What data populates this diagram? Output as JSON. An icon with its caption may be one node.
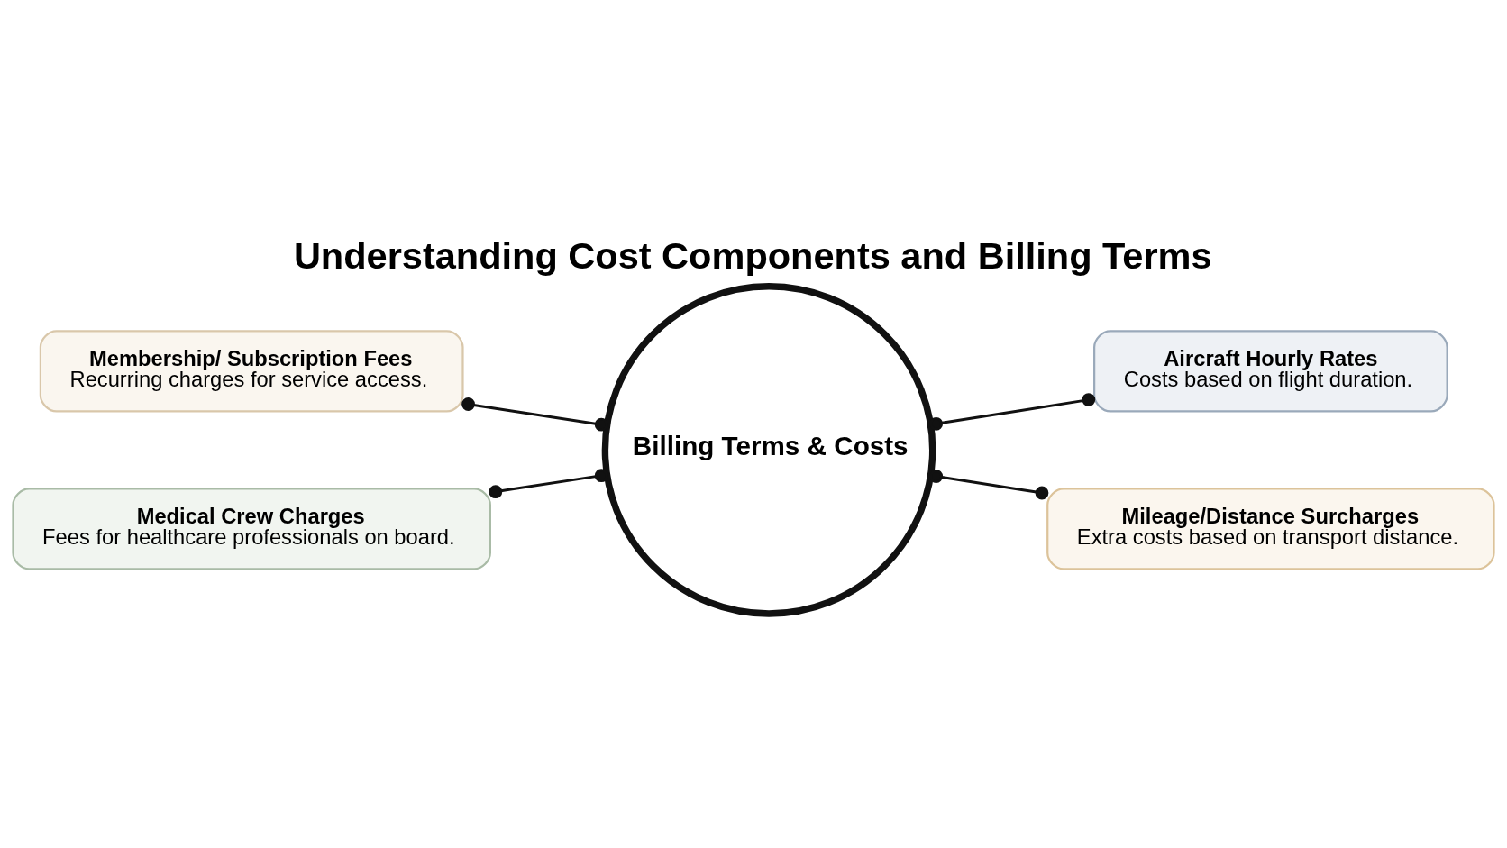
{
  "diagram": {
    "title": "Understanding Cost Components and Billing Terms",
    "nodes": [
      {
        "text": [
          "Membership/ Subscription Fees",
          "Recurring charges for service access."
        ]
      },
      {
        "text": [
          "Aircraft Hourly Rates",
          "Costs based on flight duration."
        ]
      },
      {
        "text": [
          "Billing Terms & Costs"
        ]
      },
      {
        "text": [
          "Medical Crew Charges",
          "Fees for healthcare professionals on board."
        ]
      },
      {
        "text": [
          "Mileage/Distance Surcharges",
          "Extra costs based on transport distance."
        ]
      }
    ],
    "edges": [
      {
        "from": 0,
        "to": 2,
        "arrow": "other"
      },
      {
        "from": 2,
        "to": 1,
        "arrow": "other"
      },
      {
        "from": 3,
        "to": 2,
        "arrow": "other"
      },
      {
        "from": 2,
        "to": 4,
        "arrow": "other"
      }
    ]
  }
}
